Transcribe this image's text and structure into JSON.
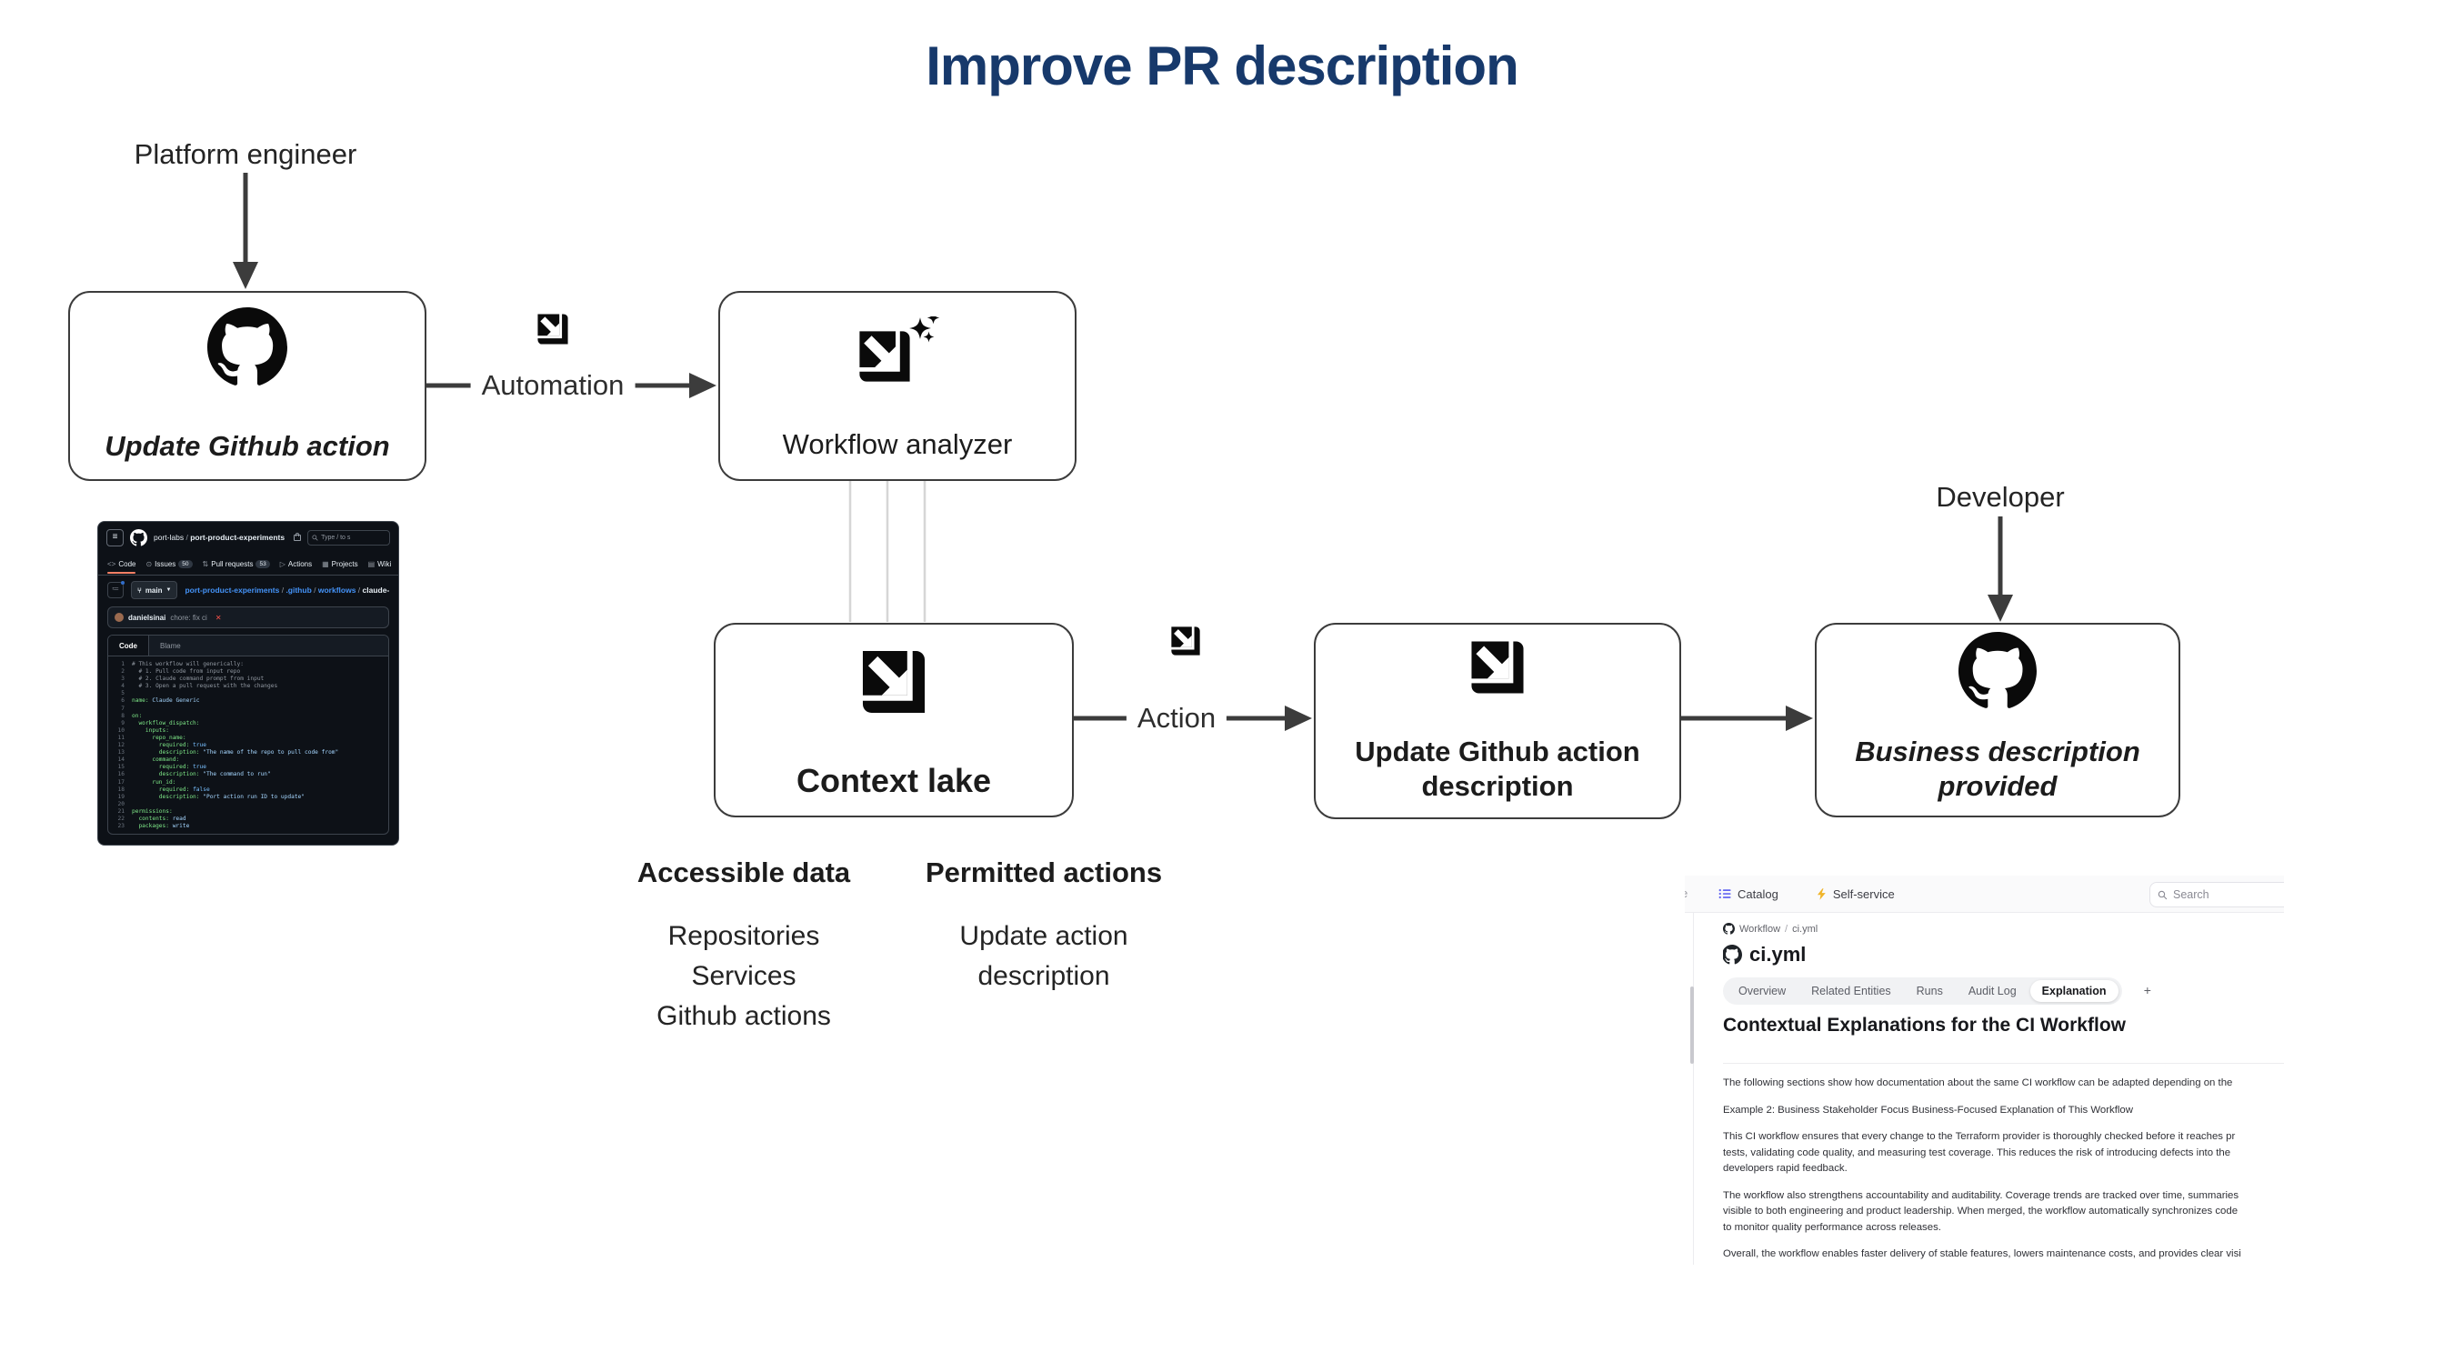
{
  "title": "Improve PR description",
  "colors": {
    "title_navy": "#17396b",
    "arrow_gray": "#3c3c3c",
    "connector_light": "#d6d6d6",
    "github_link_blue": "#4493f8",
    "github_tab_orange": "#f78166",
    "github_red_x": "#f85149",
    "port_catalog_indigo": "#6366f1",
    "port_bolt_yellow": "#f0b429"
  },
  "flow": {
    "platform_engineer_label": "Platform engineer",
    "developer_label": "Developer",
    "automation_label": "Automation",
    "action_label": "Action",
    "box_update_github_action": "Update Github action",
    "box_workflow_analyzer": "Workflow analyzer",
    "box_context_lake": "Context lake",
    "box_update_description_line1": "Update Github action",
    "box_update_description_line2": "description",
    "box_business_line1": "Business description",
    "box_business_line2": "provided"
  },
  "columns": {
    "accessible": {
      "heading": "Accessible data",
      "items": [
        "Repositories",
        "Services",
        "Github actions"
      ]
    },
    "permitted": {
      "heading": "Permitted actions",
      "items": [
        "Update action",
        "description"
      ]
    }
  },
  "github_screenshot": {
    "org": "port-labs",
    "repo": "port-product-experiments",
    "search_placeholder": "Type / to s",
    "nav": [
      {
        "icon": "<>",
        "label": "Code",
        "count": "",
        "active": true
      },
      {
        "icon": "⊙",
        "label": "Issues",
        "count": "50",
        "active": false
      },
      {
        "icon": "⇅",
        "label": "Pull requests",
        "count": "53",
        "active": false
      },
      {
        "icon": "▷",
        "label": "Actions",
        "count": "",
        "active": false
      },
      {
        "icon": "▦",
        "label": "Projects",
        "count": "",
        "active": false
      },
      {
        "icon": "▤",
        "label": "Wiki",
        "count": "",
        "active": false
      }
    ],
    "branch": "main",
    "breadcrumb_links": [
      "port-product-experiments",
      ".github",
      "workflows"
    ],
    "breadcrumb_file": "claude-generic.yaml",
    "commit_author": "danielsinai",
    "commit_message": "chore: fix ci",
    "commit_status_x": "✕",
    "code_tabs": [
      "Code",
      "Blame"
    ],
    "code_lines": [
      {
        "n": "1",
        "parts": [
          [
            "c",
            "# This workflow will generically:"
          ]
        ]
      },
      {
        "n": "2",
        "parts": [
          [
            "c",
            "  # 1. Pull code from input repo"
          ]
        ]
      },
      {
        "n": "3",
        "parts": [
          [
            "c",
            "  # 2. Claude command prompt from input"
          ]
        ]
      },
      {
        "n": "4",
        "parts": [
          [
            "c",
            "  # 3. Open a pull request with the changes"
          ]
        ]
      },
      {
        "n": "5",
        "parts": []
      },
      {
        "n": "6",
        "parts": [
          [
            "k",
            "name:"
          ],
          [
            "s",
            " Claude Generic"
          ]
        ]
      },
      {
        "n": "7",
        "parts": []
      },
      {
        "n": "8",
        "parts": [
          [
            "k",
            "on:"
          ]
        ]
      },
      {
        "n": "9",
        "parts": [
          [
            "k",
            "  workflow_dispatch:"
          ]
        ]
      },
      {
        "n": "10",
        "parts": [
          [
            "k",
            "    inputs:"
          ]
        ]
      },
      {
        "n": "11",
        "parts": [
          [
            "k",
            "      repo_name:"
          ]
        ]
      },
      {
        "n": "12",
        "parts": [
          [
            "k",
            "        required:"
          ],
          [
            "b",
            " true"
          ]
        ]
      },
      {
        "n": "13",
        "parts": [
          [
            "k",
            "        description:"
          ],
          [
            "s",
            " \"The name of the repo to pull code from\""
          ]
        ]
      },
      {
        "n": "14",
        "parts": [
          [
            "k",
            "      command:"
          ]
        ]
      },
      {
        "n": "15",
        "parts": [
          [
            "k",
            "        required:"
          ],
          [
            "b",
            " true"
          ]
        ]
      },
      {
        "n": "16",
        "parts": [
          [
            "k",
            "        description:"
          ],
          [
            "s",
            " \"The command to run\""
          ]
        ]
      },
      {
        "n": "17",
        "parts": [
          [
            "k",
            "      run_id:"
          ]
        ]
      },
      {
        "n": "18",
        "parts": [
          [
            "k",
            "        required:"
          ],
          [
            "b",
            " false"
          ]
        ]
      },
      {
        "n": "19",
        "parts": [
          [
            "k",
            "        description:"
          ],
          [
            "s",
            " \"Port action run ID to update\""
          ]
        ]
      },
      {
        "n": "20",
        "parts": []
      },
      {
        "n": "21",
        "parts": [
          [
            "k",
            "permissions:"
          ]
        ]
      },
      {
        "n": "22",
        "parts": [
          [
            "k",
            "  contents:"
          ],
          [
            "s",
            " read"
          ]
        ]
      },
      {
        "n": "23",
        "parts": [
          [
            "k",
            "  packages:"
          ],
          [
            "s",
            " write"
          ]
        ]
      }
    ]
  },
  "port_screenshot": {
    "nav_catalog": "Catalog",
    "nav_self_service": "Self-service",
    "search_placeholder": "Search",
    "breadcrumb_type": "Workflow",
    "breadcrumb_sep": "/",
    "breadcrumb_entity": "ci.yml",
    "back_arrow": "←",
    "entity_title": "ci.yml",
    "tabs": [
      {
        "label": "Overview",
        "active": false
      },
      {
        "label": "Related Entities",
        "active": false
      },
      {
        "label": "Runs",
        "active": false
      },
      {
        "label": "Audit Log",
        "active": false
      },
      {
        "label": "Explanation",
        "active": true
      }
    ],
    "add_tab": "+",
    "heading": "Contextual Explanations for the CI Workflow",
    "paragraphs": [
      [
        "The following sections show how documentation about the same CI workflow can be adapted depending on the"
      ],
      [
        "Example 2: Business Stakeholder Focus Business-Focused Explanation of This Workflow"
      ],
      [
        "This CI workflow ensures that every change to the Terraform provider is thoroughly checked before it reaches pr",
        "tests, validating code quality, and measuring test coverage. This reduces the risk of introducing defects into the",
        "developers rapid feedback."
      ],
      [
        "The workflow also strengthens accountability and auditability. Coverage trends are tracked over time, summaries",
        "visible to both engineering and product leadership. When merged, the workflow automatically synchronizes code",
        "to monitor quality performance across releases."
      ],
      [
        "Overall, the workflow enables faster delivery of stable features, lowers maintenance costs, and provides clear visi"
      ]
    ]
  }
}
